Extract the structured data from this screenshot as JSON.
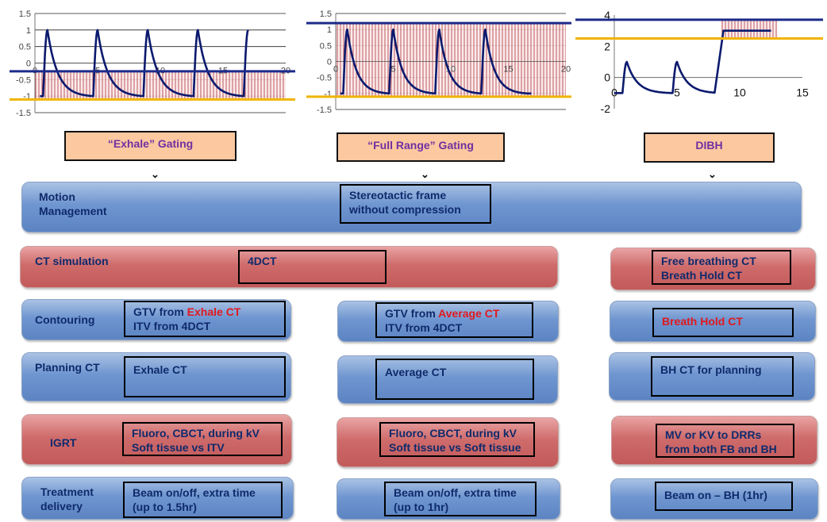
{
  "chart_data": [
    {
      "type": "line",
      "name": "exhale-gating-chart",
      "xlim": [
        0,
        20
      ],
      "ylim": [
        -1.5,
        1.5
      ],
      "xticks": [
        "0",
        "5",
        "10",
        "15",
        "20"
      ],
      "yticks": [
        "1.5",
        "1",
        "0.5",
        "0",
        "-0.5",
        "-1",
        "-1.5"
      ],
      "grid": true,
      "shaded_range": [
        -1.1,
        -0.25
      ],
      "upper_line": -0.25,
      "lower_line": -1.1,
      "peaks": [
        1,
        5,
        9,
        13,
        17
      ],
      "end_x": 17
    },
    {
      "type": "line",
      "name": "full-range-gating-chart",
      "xlim": [
        0,
        20
      ],
      "ylim": [
        -1.5,
        1.5
      ],
      "xticks": [
        "0",
        "5",
        "10",
        "15",
        "20"
      ],
      "yticks": [
        "1.5",
        "1",
        "0.5",
        "0",
        "-0.5",
        "-1",
        "-1.5"
      ],
      "grid": true,
      "shaded_range": [
        -1.1,
        1.2
      ],
      "upper_line": 1.2,
      "lower_line": -1.1,
      "peaks": [
        1,
        5,
        9,
        13
      ],
      "end_x": 17
    },
    {
      "type": "line",
      "name": "dibh-chart",
      "xlim": [
        0,
        15
      ],
      "ylim": [
        -2,
        4
      ],
      "xticks": [
        "0",
        "5",
        "10",
        "15"
      ],
      "yticks": [
        "4",
        "2",
        "0",
        "-2"
      ],
      "grid": false,
      "shaded_range": [
        2.5,
        3.7
      ],
      "shaded_x": [
        8.5,
        13
      ],
      "upper_line": 3.7,
      "lower_line": 2.5,
      "peaks": [
        1,
        5
      ],
      "hold": {
        "rise_start": 8.0,
        "rise_end": 8.7,
        "level": 3.0,
        "end_x": 12.5
      }
    }
  ],
  "gating": {
    "exhale": "“Exhale” Gating",
    "full": "“Full Range” Gating",
    "dibh": "DIBH"
  },
  "motion": {
    "label_line1": "Motion",
    "label_line2": "Management",
    "box_line1": "Stereotactic frame",
    "box_line2": "without compression"
  },
  "ct_simulation": {
    "label": "CT simulation",
    "box": "4DCT",
    "dibh_line1": "Free breathing CT",
    "dibh_line2": "Breath Hold CT"
  },
  "contouring": {
    "label": "Contouring",
    "exhale_prefix": "GTV from ",
    "exhale_hl": "Exhale CT",
    "exhale_line2": "ITV from 4DCT",
    "full_prefix": "GTV from ",
    "full_hl": "Average CT",
    "full_line2": "ITV from 4DCT",
    "dibh": "Breath Hold CT"
  },
  "planning": {
    "label": "Planning CT",
    "exhale": "Exhale CT",
    "full": "Average CT",
    "dibh": "BH CT for planning"
  },
  "igrt": {
    "label": "IGRT",
    "exhale_line1": "Fluoro, CBCT, during kV",
    "exhale_line2": "Soft tissue vs ITV",
    "full_line1": "Fluoro, CBCT, during kV",
    "full_line2": "Soft tissue vs Soft tissue",
    "dibh_line1": "MV or KV to DRRs",
    "dibh_line2": "from both FB and BH"
  },
  "treatment": {
    "label_line1": "Treatment",
    "label_line2": "delivery",
    "exhale_line1": "Beam on/off, extra time",
    "exhale_line2": "(up to 1.5hr)",
    "full_line1": "Beam on/off, extra time",
    "full_line2": "(up to 1hr)",
    "dibh": "Beam on – BH (1hr)"
  },
  "colors": {
    "curve": "#0b1a6e",
    "upper_line": "#1c2a8a",
    "lower_line": "#f0b400",
    "shade_stripe": "#b0343a",
    "shade_fill": "#fbe9ea"
  }
}
